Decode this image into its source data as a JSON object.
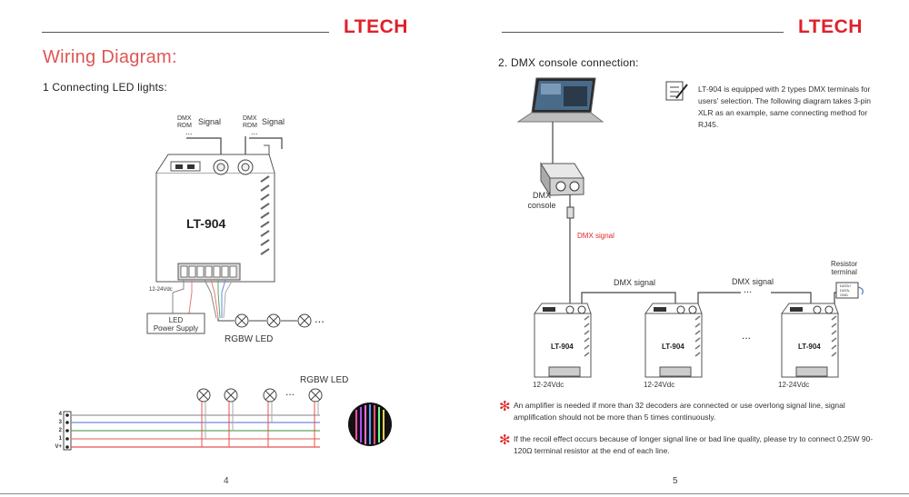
{
  "brand": "LTECH",
  "left_page": {
    "title": "Wiring Diagram:",
    "section1": "1 Connecting LED lights:",
    "dmx_label_a": "DMX",
    "rdm_label_a": "RDM",
    "signal_a": "Signal",
    "dmx_label_b": "DMX",
    "rdm_label_b": "RDM",
    "signal_b": "Signal",
    "dots": "...",
    "device_model": "LT-904",
    "voltage": "12-24Vdc",
    "power_supply_line1": "LED",
    "power_supply_line2": "Power Supply",
    "rgbw_led_label": "RGBW LED",
    "strip_led_label": "RGBW LED",
    "pins": [
      "4",
      "3",
      "2",
      "1",
      "V+"
    ],
    "page_number": "4"
  },
  "right_page": {
    "section2": "2. DMX console connection:",
    "info_text": "LT-904 is equipped with 2 types DMX terminals for users' selection. The following diagram takes 3-pin XLR as an example, same connecting method for RJ45.",
    "console_line1": "DMX",
    "console_line2": "console",
    "dmx_signal_red": "DMX signal",
    "dmx_signal_1": "DMX signal",
    "dmx_signal_2": "DMX signal",
    "resistor_line1": "Resistor",
    "resistor_line2": "terminal",
    "terminal_pins": [
      "DATA+",
      "DATA-",
      "GND"
    ],
    "device_model": "LT-904",
    "voltage": "12-24Vdc",
    "dots": "...",
    "note1": "An amplifier is needed if more than 32 decoders are connected or use overlong signal line, signal amplification should not be more than 5 times continuously.",
    "note2": "If the recoil effect occurs because of longer signal line or bad line quality, please try to connect 0.25W 90-120Ω terminal resistor at the end of each line.",
    "page_number": "5"
  },
  "colors": {
    "brand": "#e0202a",
    "title": "#e05555",
    "warning": "#e02828"
  }
}
